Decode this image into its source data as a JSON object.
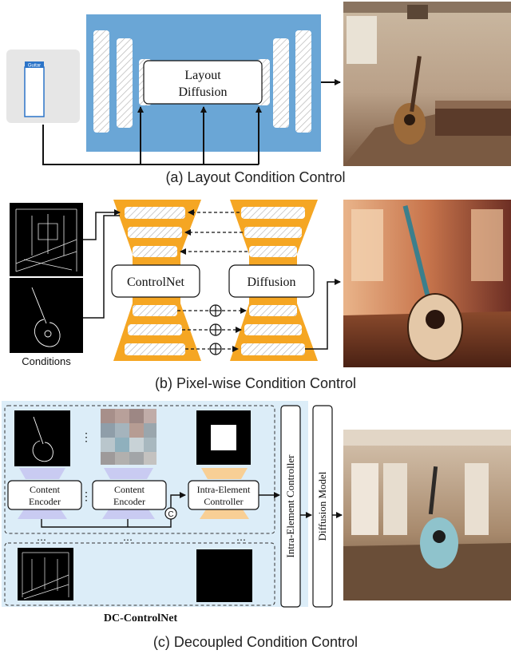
{
  "panel_a": {
    "caption": "(a) Layout Condition Control",
    "layout_box_tag": "Guitar",
    "diffusion_label_line1": "Layout",
    "diffusion_label_line2": "Diffusion"
  },
  "panel_b": {
    "caption": "(b) Pixel-wise Condition Control",
    "conditions_label": "Conditions",
    "controlnet_label": "ControlNet",
    "diffusion_label": "Diffusion"
  },
  "panel_c": {
    "caption": "(c) Decoupled Condition Control",
    "content_encoder_1_line1": "Content",
    "content_encoder_1_line2": "Encoder",
    "content_encoder_2_line1": "Content",
    "content_encoder_2_line2": "Encoder",
    "intra_controller_line1": "Intra-Element",
    "intra_controller_line2": "Controller",
    "concat_symbol": "C",
    "inter_controller_label": "Intra-Element Controller",
    "diffusion_model_label": "Diffusion Model",
    "dc_controlnet_label": "DC-ControlNet",
    "ellipsis_v": "⋮",
    "ellipsis_h": "⋯"
  },
  "colors": {
    "blue_unet": "#6aa6d6",
    "orange": "#f5a623",
    "light_blue_bg": "#dcedf8",
    "lavender": "#c9cbf2",
    "peach": "#f8cf95"
  }
}
